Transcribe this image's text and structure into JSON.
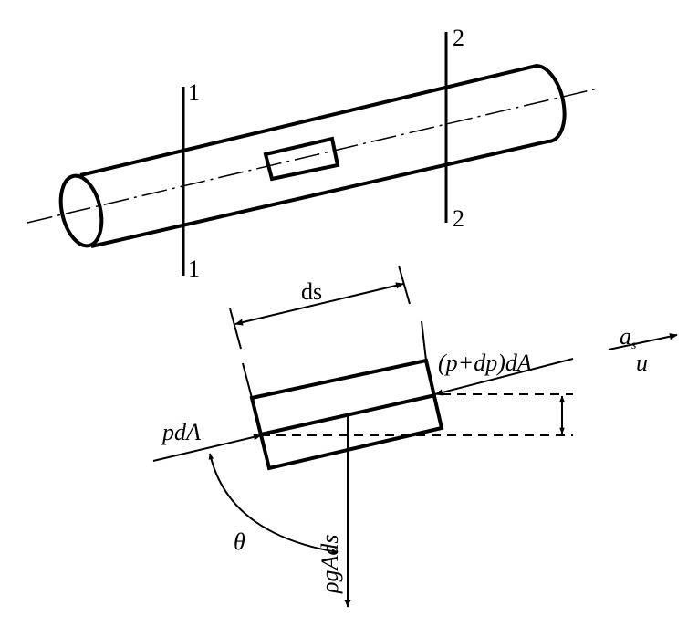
{
  "pipe_sketch": {
    "section_1_top": "1",
    "section_1_bottom": "1",
    "section_2_top": "2",
    "section_2_bottom": "2"
  },
  "element_sketch": {
    "length_label": "ds",
    "left_force_label": "pdA",
    "right_force_label": "(p+dp)dA",
    "weight_label": "ρgAds",
    "angle_label": "θ",
    "accel_label": "a",
    "accel_subscript": "s",
    "velocity_label": "u"
  }
}
